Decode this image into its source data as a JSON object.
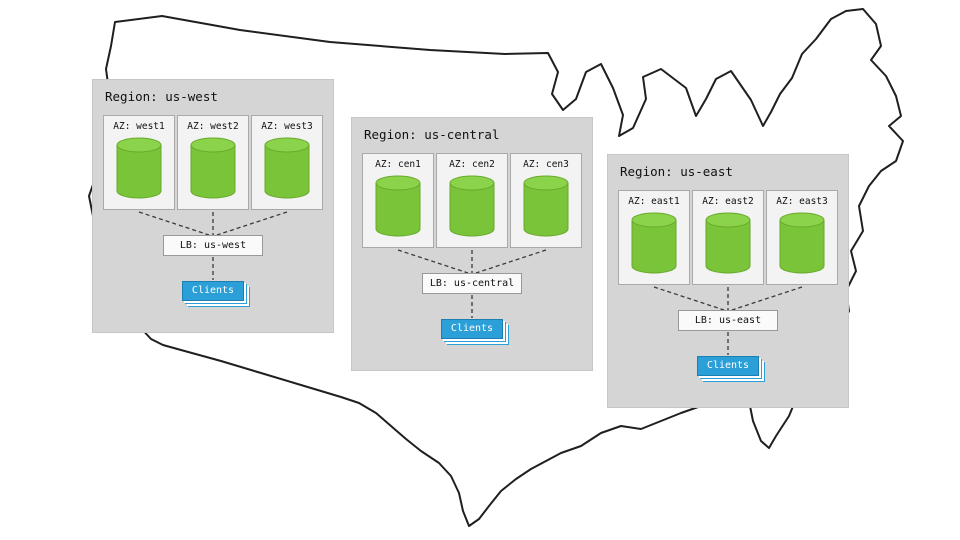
{
  "diagram": {
    "regions": [
      {
        "title": "Region: us-west",
        "azs": [
          "AZ: west1",
          "AZ: west2",
          "AZ: west3"
        ],
        "lb": "LB: us-west",
        "clients": "Clients"
      },
      {
        "title": "Region: us-central",
        "azs": [
          "AZ: cen1",
          "AZ: cen2",
          "AZ: cen3"
        ],
        "lb": "LB: us-central",
        "clients": "Clients"
      },
      {
        "title": "Region: us-east",
        "azs": [
          "AZ: east1",
          "AZ: east2",
          "AZ: east3"
        ],
        "lb": "LB: us-east",
        "clients": "Clients"
      }
    ],
    "colors": {
      "region_bg": "#d5d5d5",
      "az_bg": "#f3f3f3",
      "cylinder_green": "#79c439",
      "cylinder_top_green": "#8bd34a",
      "clients_blue": "#2a9fd8",
      "map_outline": "#1f1f1f"
    }
  }
}
